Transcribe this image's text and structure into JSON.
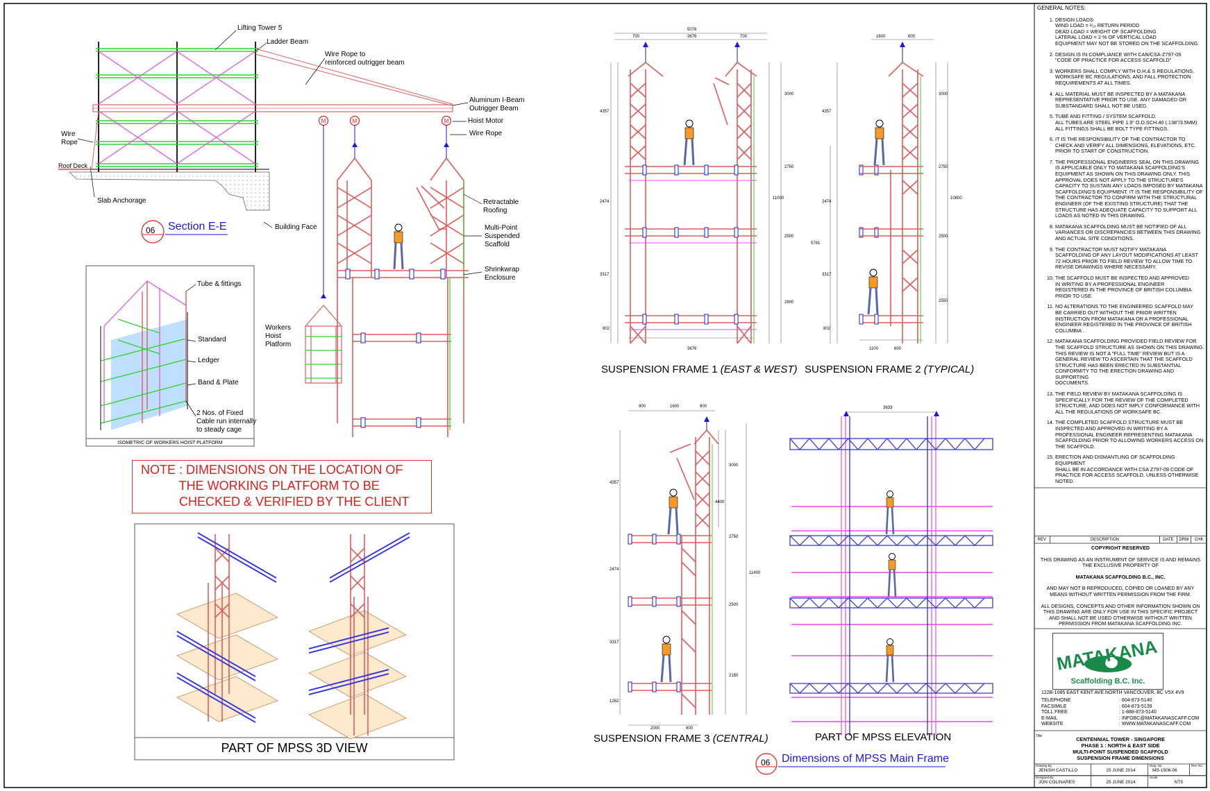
{
  "labels": {
    "lifting_tower": "Lifting Tower 5",
    "ladder_beam": "Ladder Beam",
    "wire_rope_beam": "Wire Rope to\nreinforced outrigger beam",
    "aluminum_beam": "Aluminum I-Beam\nOutrigger Beam",
    "hoist_motor": "Hoist Motor",
    "wire_rope": "Wire Rope",
    "wire_rope_left": "Wire\nRope",
    "roof_deck": "Roof Deck",
    "slab_anchorage": "Slab Anchorage",
    "building_face": "Building Face",
    "retractable": "Retractable\nRoofing",
    "multipoint": "Multi-Point\nSuspended\nScaffold",
    "shrinkwrap": "Shrinkwrap\nEnclosure",
    "workers_hoist": "Workers\nHoist\nPlatform",
    "tube_fittings": "Tube & fittings",
    "standard": "Standard",
    "ledger": "Ledger",
    "band_plate": "Band & Plate",
    "fixed_cable": "2 Nos. of Fixed\nCable run internally\nto steady cage",
    "isometric_caption": "ISOMETRIC OF WORKERS HOIST PLATFORM",
    "motor": "M"
  },
  "section": {
    "num": "06",
    "title": "Section E-E"
  },
  "note": "NOTE : DIMENSIONS ON THE LOCATION OF\n           THE WORKING PLATFORM TO BE\n           CHECKED & VERIFIED BY THE CLIENT",
  "view3d_title": "PART OF MPSS 3D VIEW",
  "frames": {
    "f1_main": "SUSPENSION FRAME 1 ",
    "f1_sub": "(EAST & WEST)",
    "f2_main": "SUSPENSION FRAME 2 ",
    "f2_sub": "(TYPICAL)",
    "f3_main": "SUSPENSION FRAME 3 ",
    "f3_sub": "(CENTRAL)",
    "elevation": "PART OF MPSS ELEVATION"
  },
  "dims_section": {
    "num": "06",
    "title": "Dimensions of MPSS Main Frame"
  },
  "dims": {
    "f1_top": "5076",
    "f1_a": "700",
    "f1_b": "3676",
    "f1_c": "700",
    "f1_bot": "3676",
    "f1_r1": "3000",
    "f1_r2": "2750",
    "f1_r3": "2500",
    "f1_r4": "2800",
    "f1_total": "11000",
    "f1_l1": "4357",
    "f1_l2": "2474",
    "f1_l3": "3317",
    "f1_l4": "802",
    "f2_a": "1600",
    "f2_b": "600",
    "f2_bot1": "1100",
    "f2_bot2": "600",
    "f2_r1": "3000",
    "f2_r2": "2750",
    "f2_r3": "2500",
    "f2_r4": "2550",
    "f2_total": "10800",
    "f2_l1": "4357",
    "f2_l2": "2474",
    "f2_l3": "3317",
    "f2_l4": "802",
    "f2_l0": "5781",
    "f3_a": "900",
    "f3_b": "1600",
    "f3_c": "800",
    "f3_r1": "3000",
    "f3_r0": "4400",
    "f3_r2": "2750",
    "f3_r3": "2500",
    "f3_r4": "2150",
    "f3_total": "11400",
    "f3_l1": "4357",
    "f3_l2": "2474",
    "f3_l3": "3317",
    "f3_l4": "1262",
    "f3_bot1": "2000",
    "f3_bot2": "600",
    "el_top": "3633"
  },
  "general_notes": {
    "heading": "GENERAL NOTES:",
    "items": [
      "DESIGN LOADS:\nWIND LOAD      = ¹⁄₁₀ RETURN PERIOD\nDEAD LOAD       = WEIGHT OF SCAFFOLDING\nLATERAL LOAD   = 2 % OF VERTICAL LOAD\nEQUIPMENT MAY NOT BE STORED ON THE SCAFFOLDING.",
      "DESIGN IS IN COMPLIANCE WITH CAN/CSA-Z797-09\n\"CODE OF PRACTICE FOR ACCESS SCAFFOLD\"",
      "WORKERS SHALL COMPLY WITH O.H.& S REGULATIONS,\nWORKSAFE BC REGULATIONS, AND FALL PROTECTION\nREQUIREMENTS AT ALL TIMES.",
      "ALL MATERIAL MUST BE INSPECTED BY A MATAKANA\nREPRESENTATIVE PRIOR TO USE. ANY DAMAGED OR\nSUBSTANDARD SHALL NOT BE USED.",
      "TUBE AND FITTING / SYSTEM SCAFFOLD.\nALL TUBES ARE STEEL PIPE 1.9\" O.D.SCH.40 (.138\"/3.5MM)\nALL FITTINGS SHALL BE BOLT TYPE FITTINGS.",
      "IT IS THE RESPONSIBILITY OF THE CONTRACTOR TO\nCHECK AND VERIFY ALL DIMENSIONS, ELEVATIONS, ETC.\nPRIOR TO START OF CONSTRUCTION.",
      "THE PROFESSIONAL ENGINEERS SEAL ON THIS DRAWING\nIS APPLICABLE ONLY TO MATAKANA SCAFFOLDING'S\nEQUIPMENT AS SHOWN ON THIS  DRAWING ONLY. THIS\nAPPROVAL DOES NOT APPLY TO THE STRUCTURE'S\nCAPACITY TO SUSTAIN ANY LOADS IMPOSED BY MATAKANA\nSCAFFOLDING'S EQUIPMENT. IT IS THE RESPONSIBILITY OF\nTHE  CONTRACTOR TO CONFIRM WITH THE STRUCTURAL\nENGINEER (OF THE EXISTING STRUCTURE)  THAT THE\nSTRUCTURE HAS ADEQUATE CAPACITY  TO SUPPORT ALL\nLOADS AS  NOTED IN THIS DRAWING.",
      "MATAKANA SCAFFOLDING MUST BE NOTIFIED OF ALL\nVARIANCES OR DISCREPANCIES BETWEEN THIS DRAWING\nAND ACTUAL SITE CONDITIONS.",
      "THE CONTRACTOR MUST NOTIFY MATAKANA\nSCAFFOLDING OF ANY LAYOUT MODIFICATIONS AT LEAST\n72 HOURS PRIOR TO FIELD REVIEW TO ALLOW TIME TO\nREVISE DRAWINGS WHERE NECESSARY.",
      "THE SCAFFOLD MUST BE INSPECTED AND APPROVED\nIN WRITING BY A PROFESSIONAL ENGINEER\nREGISTERED IN THE PROVINCE OF BRITISH COLUMBIA\nPRIOR TO USE.",
      "NO ALTERATIONS TO THE ENGINEERED SCAFFOLD MAY\nBE CARRIED OUT WITHOUT THE PRIOR WRITTEN\nINSTRUCTION FROM MATAKANA OR A PROFESSIONAL\nENGINEER REGISTERED IN THE PROVINCE OF BRITISH\nCOLUMBIA .",
      "MATAKANA SCAFFOLDING PROVIDED FIELD REVIEW FOR\nTHE SCAFFOLD STRUCTURE AS SHOWN ON THIS DRAWING.\nTHIS REVIEW IS NOT A \"FULL TIME\" REVIEW BUT IS A\nGENERAL REVIEW TO ASCERTAIN THAT THE SCAFFOLD\nSTRUCTURE HAS BEEN ERECTED IN SUBSTANTIAL\nCONFORMITY TO THE ERECTION DRAWING AND SUPPORTING\nDOCUMENTS.",
      "THE FIELD REVIEW BY MATAKANA SCAFFOLDING IS\nSPECIFICALLY FOR THE REVIEW OF THE COMPLETED\nSTRUCTURE, AND DOES NOT IMPLY CONFORMANCE WITH\nALL THE REGULATIONS OF WORKSAFE BC.",
      "THE COMPLETED SCAFFOLD STRUCTURE MUST BE\nINSPECTED AND APPROVED IN WRITING BY A\nPROFESSIONAL ENGINEER REPRESENTING MATAKANA\nSCAFFOLDING PRIOR TO ALLOWING WORKERS ACCESS ON\nTHE SCAFFOLD.",
      "ERECTION AND DISMANTLING OF SCAFFOLDING EQUIPMENT\nSHALL BE IN ACCORDANCE WITH CSA Z797-09 CODE OF\nPRACTICE FOR ACCESS SCAFFOLD, UNLESS OTHERWISE\nNOTED."
    ]
  },
  "revisions": {
    "rev": "REV",
    "description": "DESCRIPTION",
    "date": "DATE",
    "drw": "DRW",
    "chk": "CHK"
  },
  "copyright": {
    "heading": "COPYRIGHT RESERVED",
    "p1": "THIS DRAWING AS AN INSTRUMENT OF SERVICE IS AND REMAINS\nTHE EXCLUSIVE PROPERTY OF",
    "company": "MATAKANA SCAFFOLDING B.C., INC.",
    "p2": "AND MAY NOT B REPRODUCED, COPIED OR LOANED BY ANY\nMEANS WITHOUT WRITTEN PERMISSION FROM THE FIRM.",
    "p3": "ALL DESIGNS, CONCEPTS AND OTHER INFORMATION SHOWN ON\nTHIS DRAWING ARE ONLY FOR USE IN THIS SPECIFIC PROJECT\nAND SHALL NOT BE USED OTHERWISE WITHOUT WRITTEN\nPERMISSION FROM MATAKANA SCAFFOLDING INC."
  },
  "logo": {
    "name": "MATAKANA",
    "sub": "Scaffolding B.C. Inc."
  },
  "contact": {
    "address": "122B-1085 EAST KENT AVE.NORTH VANCOUVER, BC V5X 4V9",
    "rows": [
      {
        "k": "TELEPHONE",
        "v": ": 604-873-5140"
      },
      {
        "k": "FACSIMILE",
        "v": ": 604-873-5139"
      },
      {
        "k": "TOLL FREE",
        "v": ": 1-888-873-5140"
      },
      {
        "k": "E-MAIL",
        "v": ": INFOBC@MATAKANASCAFF.COM"
      },
      {
        "k": "WEBSITE",
        "v": ": WWW.MATAKANASCAFF.COM"
      }
    ]
  },
  "project": {
    "label": "Title",
    "l1": "CENTENNIAL TOWER - SINGAPORE",
    "l2": "PHASE 1 : NORTH & EAST SIDE",
    "l3": "MULTI-POINT SUSPENDED SCAFFOLD",
    "l4": "SUSPENSION FRAME DIMENSIONS"
  },
  "signoff": {
    "drawn_by_label": "Drawing By",
    "drawn_by": "JENISH CASTILLO",
    "designed_by_label": "Designed By",
    "designed_by": "JON COLINARES",
    "date1": "25 JUNE 2014",
    "date2": "25 JUNE 2014",
    "dwg_no_label": "Dwg. No.",
    "dwg_no": "MS-1506-06",
    "rev_label": "Rev. No.",
    "scale_label": "Scale",
    "scale": "NTS"
  }
}
